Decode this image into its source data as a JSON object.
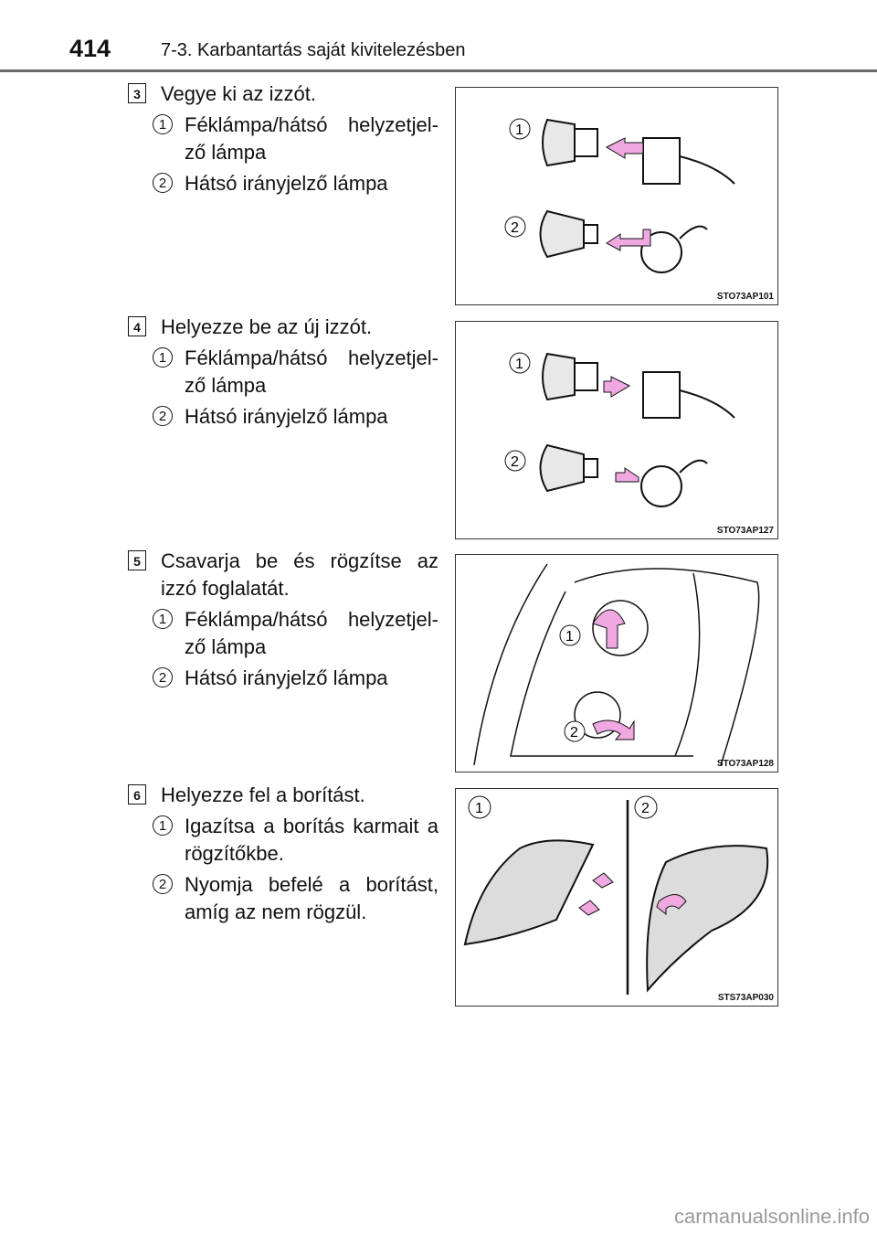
{
  "header": {
    "page_number": "414",
    "section": "7-3. Karbantartás saját kivitelezésben"
  },
  "steps": [
    {
      "number": "3",
      "title": "Vegye ki az izzót.",
      "items": [
        {
          "marker": "1",
          "text": "Féklámpa/hátsó helyzetjel-ző lámpa"
        },
        {
          "marker": "2",
          "text": "Hátsó irányjelző lámpa"
        }
      ],
      "figure": {
        "code": "STO73AP101",
        "labels": [
          "1",
          "2"
        ]
      }
    },
    {
      "number": "4",
      "title": "Helyezze be az új izzót.",
      "items": [
        {
          "marker": "1",
          "text": "Féklámpa/hátsó helyzetjel-ző lámpa"
        },
        {
          "marker": "2",
          "text": "Hátsó irányjelző lámpa"
        }
      ],
      "figure": {
        "code": "STO73AP127",
        "labels": [
          "1",
          "2"
        ]
      }
    },
    {
      "number": "5",
      "title": "Csavarja be és rögzítse az izzó foglalatát.",
      "items": [
        {
          "marker": "1",
          "text": "Féklámpa/hátsó helyzetjel-ző lámpa"
        },
        {
          "marker": "2",
          "text": "Hátsó irányjelző lámpa"
        }
      ],
      "figure": {
        "code": "STO73AP128",
        "labels": [
          "1",
          "2"
        ]
      }
    },
    {
      "number": "6",
      "title": "Helyezze fel a borítást.",
      "items": [
        {
          "marker": "1",
          "text": "Igazítsa a borítás karmait a rögzítőkbe."
        },
        {
          "marker": "2",
          "text": "Nyomja befelé a borítást, amíg az nem rögzül."
        }
      ],
      "figure": {
        "code": "STS73AP030",
        "labels": [
          "1",
          "2"
        ]
      }
    }
  ],
  "watermark": "carmanualsonline.info",
  "colors": {
    "arrow": "#f0a8e0",
    "cover": "#dcdcdc"
  }
}
